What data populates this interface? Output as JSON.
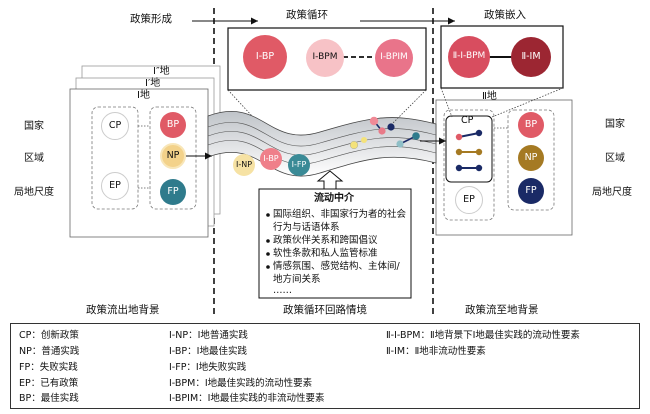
{
  "titles": {
    "formation": "政策形成",
    "cycle": "政策循环",
    "embed": "政策嵌入"
  },
  "places": {
    "i_prime2": "Ⅰ″地",
    "i_prime1": "Ⅰ′地",
    "i_place": "Ⅰ地",
    "ii_place": "Ⅱ地"
  },
  "levels": {
    "left": [
      "国家",
      "区域",
      "局地尺度"
    ],
    "right": [
      "国家",
      "区域",
      "局地尺度"
    ]
  },
  "left_box": {
    "cp": "CP",
    "ep": "EP",
    "bp": "BP",
    "np": "NP",
    "fp": "FP"
  },
  "right_box": {
    "cp": "CP",
    "ep": "EP",
    "bp": "BP",
    "np": "NP",
    "fp": "FP"
  },
  "top_mid": {
    "ibp": "Ⅰ-BP",
    "ibpm": "Ⅰ-BPM",
    "ibpim": "Ⅰ-BPIM"
  },
  "top_right": {
    "iibpm": "Ⅱ-Ⅰ-BPM",
    "iiim": "Ⅱ-IM"
  },
  "flow_circles": {
    "np": "Ⅰ-NP",
    "bp": "Ⅰ-BP",
    "fp": "Ⅰ-FP"
  },
  "mediator": {
    "title": "流动中介",
    "items": [
      "国际组织、非国家行为者的社会行为与话语体系",
      "政策伙伴关系和跨国倡议",
      "软性条款和私人监管标准",
      "情感氛围、感觉结构、主体间/地方间关系"
    ],
    "more": "……"
  },
  "bottom_labels": {
    "left": "政策流出地背景",
    "mid": "政策循环回路情境",
    "right": "政策流至地背景"
  },
  "legend": {
    "col1": [
      "CP：创新政策",
      "NP：普通实践",
      "FP：失败实践",
      "EP：已有政策",
      "BP：最佳实践"
    ],
    "col2": [
      "Ⅰ-NP：Ⅰ地普通实践",
      "Ⅰ-BP：Ⅰ地最佳实践",
      "Ⅰ-FP：Ⅰ地失败实践",
      "Ⅰ-BPM：Ⅰ地最佳实践的流动性要素",
      "Ⅰ-BPIM：Ⅰ地最佳实践的非流动性要素"
    ],
    "col3": [
      "Ⅱ-Ⅰ-BPM：Ⅱ地背景下Ⅰ地最佳实践的流动性要素",
      "Ⅱ-IM：Ⅱ地非流动性要素"
    ]
  },
  "colors": {
    "bp": "#e05a66",
    "np": "#f3d28a",
    "fp": "#2f7b8c",
    "iibpm": "#d84d5f",
    "iiim": "#9c2632",
    "dot_dark": "#1a2a66",
    "dot_gold": "#a57a23"
  }
}
